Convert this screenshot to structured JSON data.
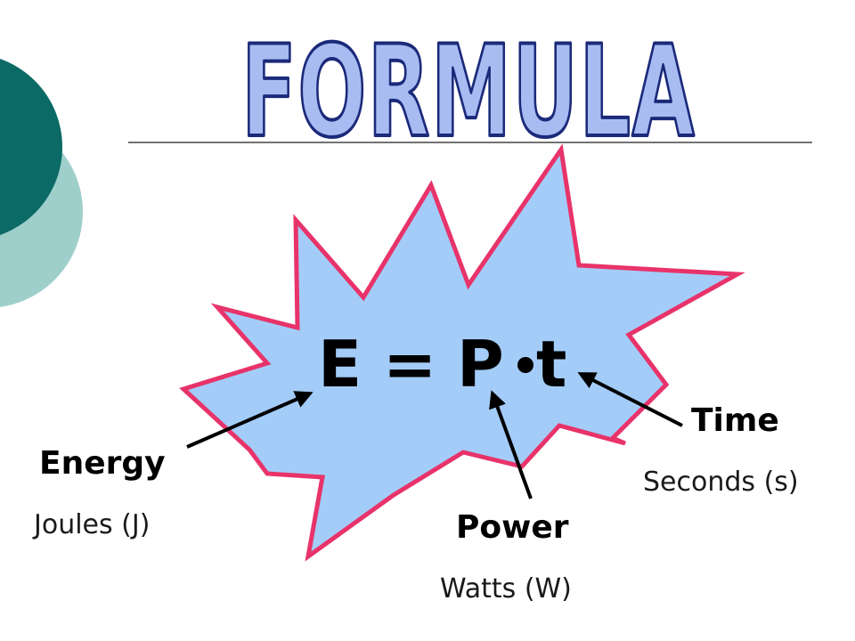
{
  "slide": {
    "title": "FORMULA",
    "formula": {
      "lhs": "E",
      "equals": "=",
      "power_symbol": "P",
      "time_symbol": "t"
    },
    "terms": [
      {
        "name": "Energy",
        "unit": "Joules (J)"
      },
      {
        "name": "Power",
        "unit": "Watts (W)"
      },
      {
        "name": "Time",
        "unit": "Seconds (s)"
      }
    ]
  },
  "colors": {
    "title_fill": "#a8bcf2",
    "title_outline": "#1b2a7a",
    "burst_fill": "#a4ccf8",
    "burst_outline": "#e8336a",
    "accent_dark": "#0b6a66",
    "accent_light": "#9fcfcb",
    "rule_line": "#444444"
  }
}
